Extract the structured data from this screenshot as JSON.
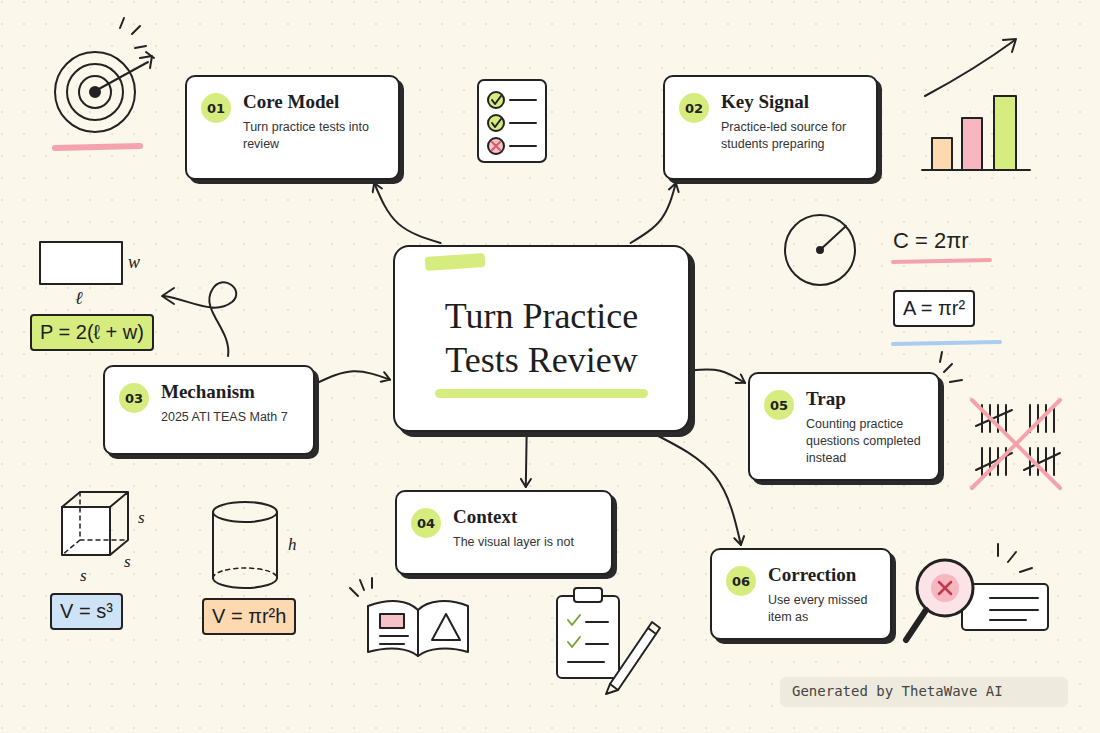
{
  "diagram": {
    "nodes": [
      {
        "text": [
          "01",
          "Core Model",
          "Turn practice tests into review"
        ]
      },
      {
        "text": [
          "02",
          "Key Signal",
          "Practice-led source for students preparing"
        ]
      },
      {
        "text": [
          "Turn Practice Tests Review"
        ]
      },
      {
        "text": [
          "P = 2(ℓ + w)"
        ]
      },
      {
        "text": [
          "03",
          "Mechanism",
          "2025 ATI TEAS Math 7"
        ]
      },
      {
        "text": [
          "A = πr²"
        ]
      },
      {
        "text": [
          "05",
          "Trap",
          "Counting practice questions completed instead"
        ]
      },
      {
        "text": [
          "04",
          "Context",
          "The visual layer is not"
        ]
      },
      {
        "text": [
          "06",
          "Correction",
          "Use every missed item as"
        ]
      },
      {
        "text": [
          "V = s³"
        ]
      },
      {
        "text": [
          "V = πr²h"
        ]
      }
    ],
    "edges": [
      {
        "from": 2,
        "to": 0,
        "arrow": "to"
      },
      {
        "from": 2,
        "to": 1,
        "arrow": "to"
      },
      {
        "from": 4,
        "to": 2,
        "arrow": "to"
      },
      {
        "from": 2,
        "to": 7,
        "arrow": "to"
      },
      {
        "from": 2,
        "to": 6,
        "arrow": "to"
      },
      {
        "from": 2,
        "to": 8,
        "arrow": "to"
      }
    ],
    "labels": [
      "w",
      "ℓ",
      "C = 2πr",
      "s",
      "s",
      "s",
      "h",
      "Generated by ThetaWave AI"
    ]
  }
}
